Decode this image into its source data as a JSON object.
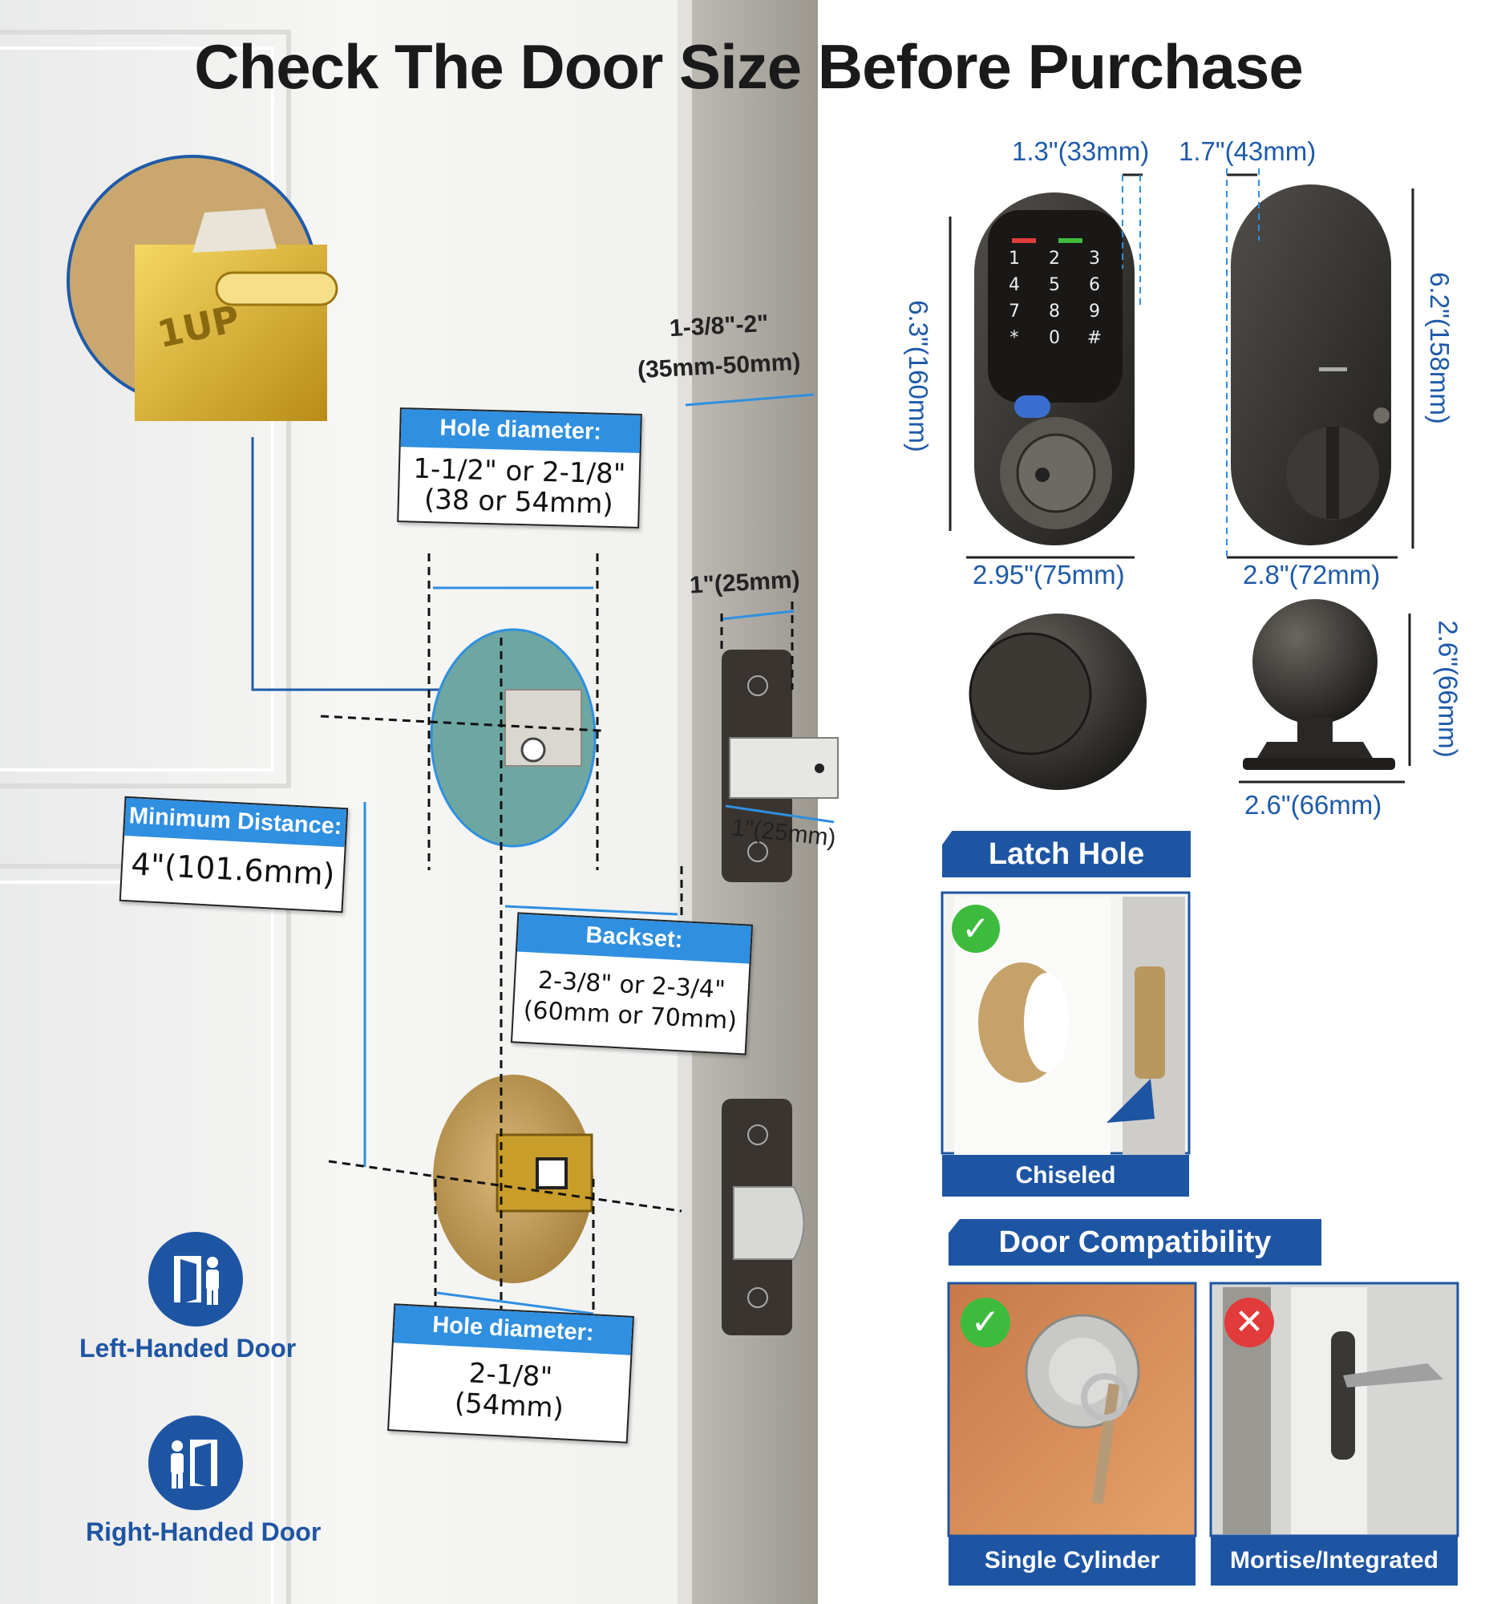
{
  "title": "Check The Door Size Before Purchase",
  "labels": {
    "hole_top_head": "Hole diameter:",
    "hole_top_line1": "1-1/2\" or 2-1/8\"",
    "hole_top_line2": "(38 or 54mm)",
    "min_head": "Minimum Distance:",
    "min_value": "4\"(101.6mm)",
    "backset_head": "Backset:",
    "backset_line1": "2-3/8\" or 2-3/4\"",
    "backset_line2": "(60mm or 70mm)",
    "hole_bottom_head": "Hole diameter:",
    "hole_bottom_line1": "2-1/8\"",
    "hole_bottom_line2": "(54mm)"
  },
  "door_dims": {
    "thickness_line1": "1-3/8\"-2\"",
    "thickness_line2": "(35mm-50mm)",
    "latch_width": "1\"(25mm)",
    "latch_depth": "1\"(25mm)"
  },
  "product_dims": {
    "front_depth": "1.3\"(33mm)",
    "back_depth": "1.7\"(43mm)",
    "front_height": "6.3\"(160mm)",
    "back_height": "6.2\"(158mm)",
    "front_width": "2.95\"(75mm)",
    "back_width": "2.8\"(72mm)",
    "knob_height": "2.6\"(66mm)",
    "knob_width": "2.6\"(66mm)"
  },
  "keypad": [
    "1",
    "2",
    "3",
    "4",
    "5",
    "6",
    "7",
    "8",
    "9",
    "*",
    "0",
    "#"
  ],
  "latch_hole": {
    "banner": "Latch Hole",
    "caption": "Chiseled"
  },
  "compat": {
    "banner": "Door Compatibility",
    "ok_caption": "Single Cylinder",
    "no_caption": "Mortise/Integrated"
  },
  "handed": {
    "left": "Left-Handed Door",
    "right": "Right-Handed Door"
  },
  "brand_stamp": "1UP",
  "colors": {
    "accent_blue": "#1e55a3",
    "label_blue": "#2f8fe0",
    "dim_blue": "#1f5aa8",
    "check_green": "#3dbb3d",
    "cross_red": "#e23b3b"
  }
}
